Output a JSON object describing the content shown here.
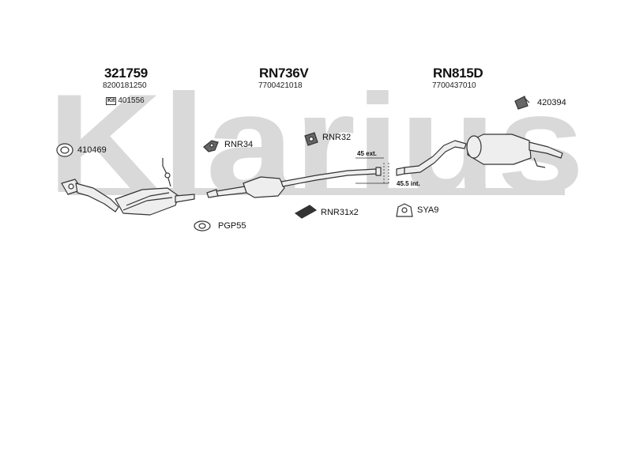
{
  "watermark": {
    "text": "Klarius",
    "color": "#d9d9d9"
  },
  "colors": {
    "line": "#333333",
    "fill": "#eeeeee",
    "watermark": "#d9d9d9"
  },
  "groups": [
    {
      "code": "321759",
      "oe": "8200181250"
    },
    {
      "code": "RN736V",
      "oe": "7700421018"
    },
    {
      "code": "RN815D",
      "oe": "7700437010"
    }
  ],
  "kit": {
    "badge": "Kit",
    "code": "401556"
  },
  "parts": {
    "p410469": "410469",
    "rnr34": "RNR34",
    "rnr32": "RNR32",
    "p420394": "420394",
    "pgp55": "PGP55",
    "rnr31x2": "RNR31x2",
    "sya9": "SYA9"
  },
  "dimensions": {
    "ext": "45 ext.",
    "int": "45.5 int."
  }
}
